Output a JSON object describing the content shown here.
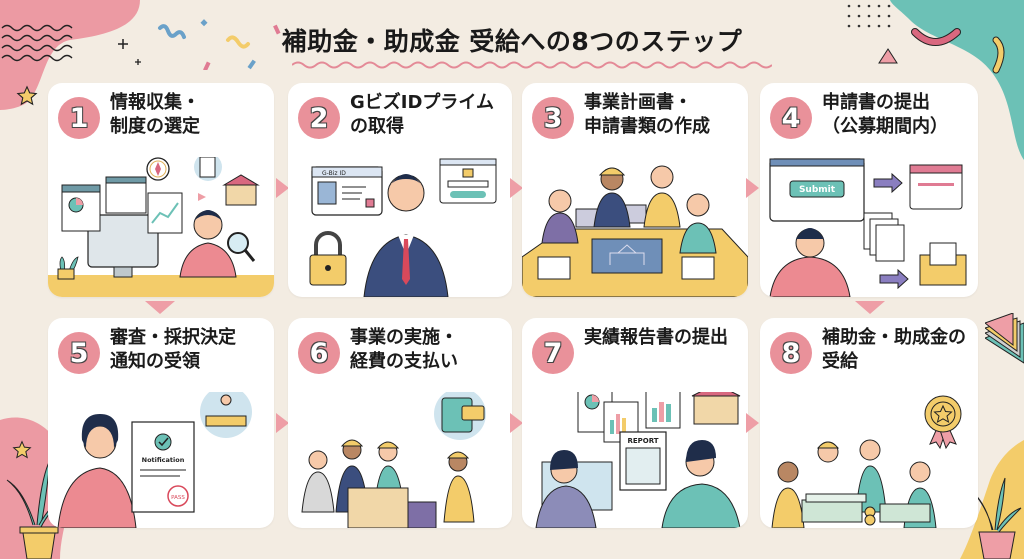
{
  "title": "補助金・助成金 受給への8つのステップ",
  "colors": {
    "background": "#f3ece2",
    "accent_pink": "#e9919a",
    "accent_teal": "#6cc1b6",
    "accent_yellow": "#f3cc6a",
    "card": "#ffffff",
    "text": "#1b1b1b"
  },
  "steps": [
    {
      "number": "1",
      "title": "情報収集・\n制度の選定",
      "icons": [
        "computer-icon",
        "chart-icon",
        "compass-icon",
        "document-icon",
        "magnifier-icon",
        "school-building-icon"
      ]
    },
    {
      "number": "2",
      "title": "GビズIDプライム\nの取得",
      "icons": [
        "id-card-icon",
        "padlock-icon",
        "login-window-icon"
      ],
      "card_label": "G-Biz ID"
    },
    {
      "number": "3",
      "title": "事業計画書・\n申請書類の作成",
      "icons": [
        "meeting-table-icon",
        "laptop-icon",
        "blueprint-icon",
        "document-stack-icon"
      ]
    },
    {
      "number": "4",
      "title": "申請書の提出\n（公募期間内）",
      "icons": [
        "browser-window-icon",
        "calendar-icon",
        "documents-icon",
        "inbox-tray-icon"
      ],
      "button_label": "Submit"
    },
    {
      "number": "5",
      "title": "審査・採択決定\n通知の受領",
      "icons": [
        "notification-document-icon",
        "check-icon",
        "stamp-icon",
        "review-meeting-icon"
      ],
      "doc_label": "Notification",
      "stamp_label": "PASS"
    },
    {
      "number": "6",
      "title": "事業の実施・\n経費の支払い",
      "icons": [
        "construction-workers-icon",
        "card-payment-icon",
        "building-icon"
      ]
    },
    {
      "number": "7",
      "title": "実績報告書の提出",
      "icons": [
        "pie-chart-document-icon",
        "bar-chart-document-icon",
        "school-building-icon",
        "report-icon"
      ],
      "doc_label": "REPORT"
    },
    {
      "number": "8",
      "title": "補助金・助成金の\n受給",
      "icons": [
        "award-medal-icon",
        "money-stack-icon",
        "celebrating-people-icon"
      ]
    }
  ]
}
